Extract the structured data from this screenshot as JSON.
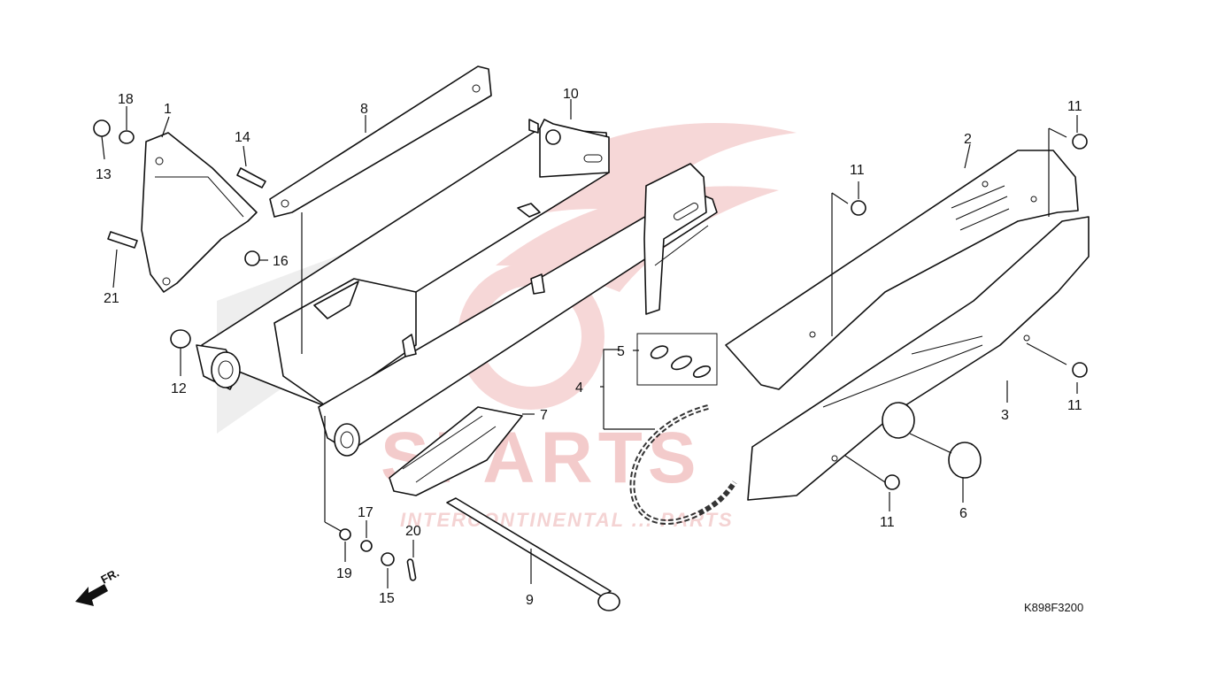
{
  "diagram_code": "K898F3200",
  "direction_label": "FR.",
  "watermark": {
    "brand": "SPARTS",
    "tagline": "INTERCONTINENTAL ... PARTS"
  },
  "callouts": [
    "1",
    "2",
    "3",
    "4",
    "5",
    "6",
    "7",
    "8",
    "9",
    "10",
    "11",
    "12",
    "13",
    "14",
    "15",
    "16",
    "17",
    "18",
    "19",
    "20",
    "21"
  ]
}
